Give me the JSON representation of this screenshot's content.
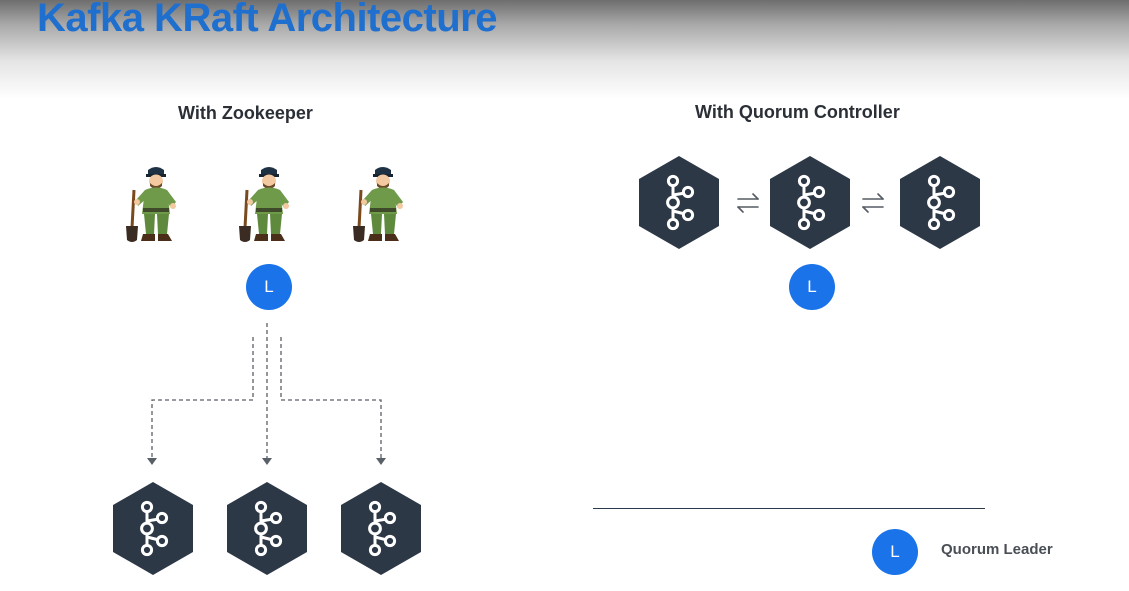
{
  "title": "Kafka KRaft Architecture",
  "left_panel": {
    "title": "With Zookeeper",
    "leader_label": "L"
  },
  "right_panel": {
    "title": "With Quorum Controller",
    "leader_label": "L"
  },
  "legend": {
    "symbol": "L",
    "label": "Quorum Leader"
  },
  "colors": {
    "title": "#1f6fcf",
    "leader": "#1a73e8",
    "broker": "#2d3846",
    "text": "#2b2f36"
  }
}
